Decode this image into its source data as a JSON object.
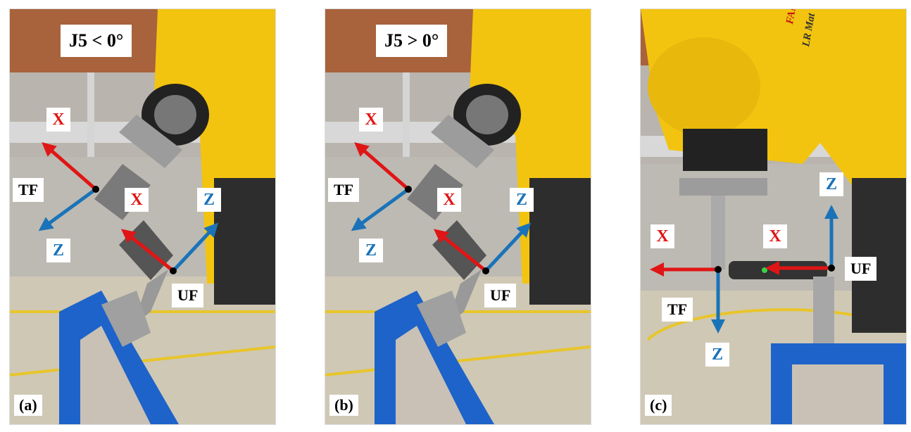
{
  "panels": [
    {
      "id": "a",
      "sub_label": "(a)",
      "angle_label": "J5 < 0°",
      "labels": {
        "tf": "TF",
        "uf": "UF",
        "tf_x": "X",
        "tf_z": "Z",
        "uf_x": "X",
        "uf_z": "Z"
      }
    },
    {
      "id": "b",
      "sub_label": "(b)",
      "angle_label": "J5 > 0°",
      "labels": {
        "tf": "TF",
        "uf": "UF",
        "tf_x": "X",
        "tf_z": "Z",
        "uf_x": "X",
        "uf_z": "Z"
      }
    },
    {
      "id": "c",
      "sub_label": "(c)",
      "robot_brand": "FANUC",
      "robot_model": "LR Mat",
      "labels": {
        "tf": "TF",
        "uf": "UF",
        "tf_x": "X",
        "tf_z": "Z",
        "uf_x": "X",
        "uf_z": "Z"
      }
    }
  ],
  "colors": {
    "x_axis": "#e01515",
    "z_axis": "#1a73b8",
    "robot": "#f2c40f",
    "fixture": "#1e63c9"
  }
}
